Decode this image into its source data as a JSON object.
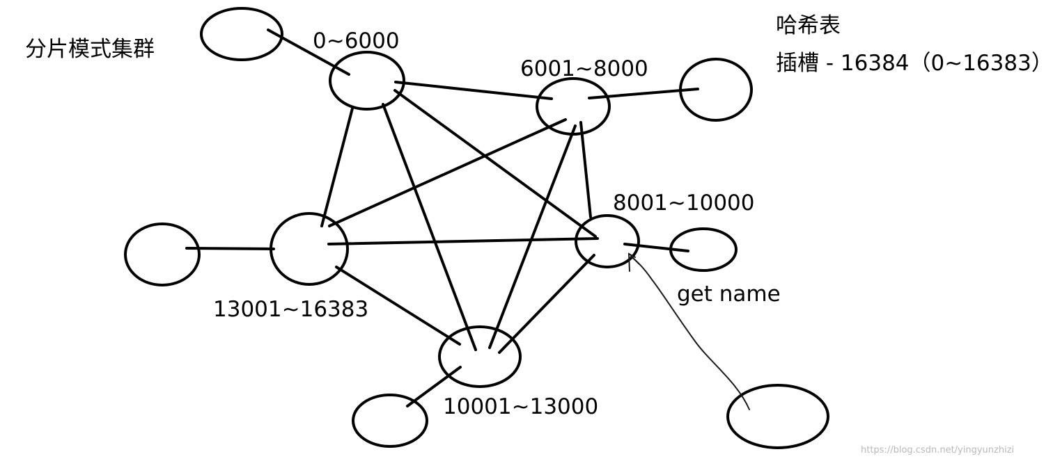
{
  "diagram": {
    "title_left": "分片模式集群",
    "title_hash": "哈希表",
    "title_slots": "插槽 - 16384（0~16383）",
    "nodes": [
      {
        "range": "0~6000"
      },
      {
        "range": "6001~8000"
      },
      {
        "range": "8001~10000"
      },
      {
        "range": "10001~13000"
      },
      {
        "range": "13001~16383"
      }
    ],
    "client_label": "get name",
    "watermark": "https://blog.csdn.net/yingyunzhizi"
  },
  "colors": {
    "background": "#ffffff",
    "stroke": "#000000",
    "watermark": "#b8b8b8"
  }
}
